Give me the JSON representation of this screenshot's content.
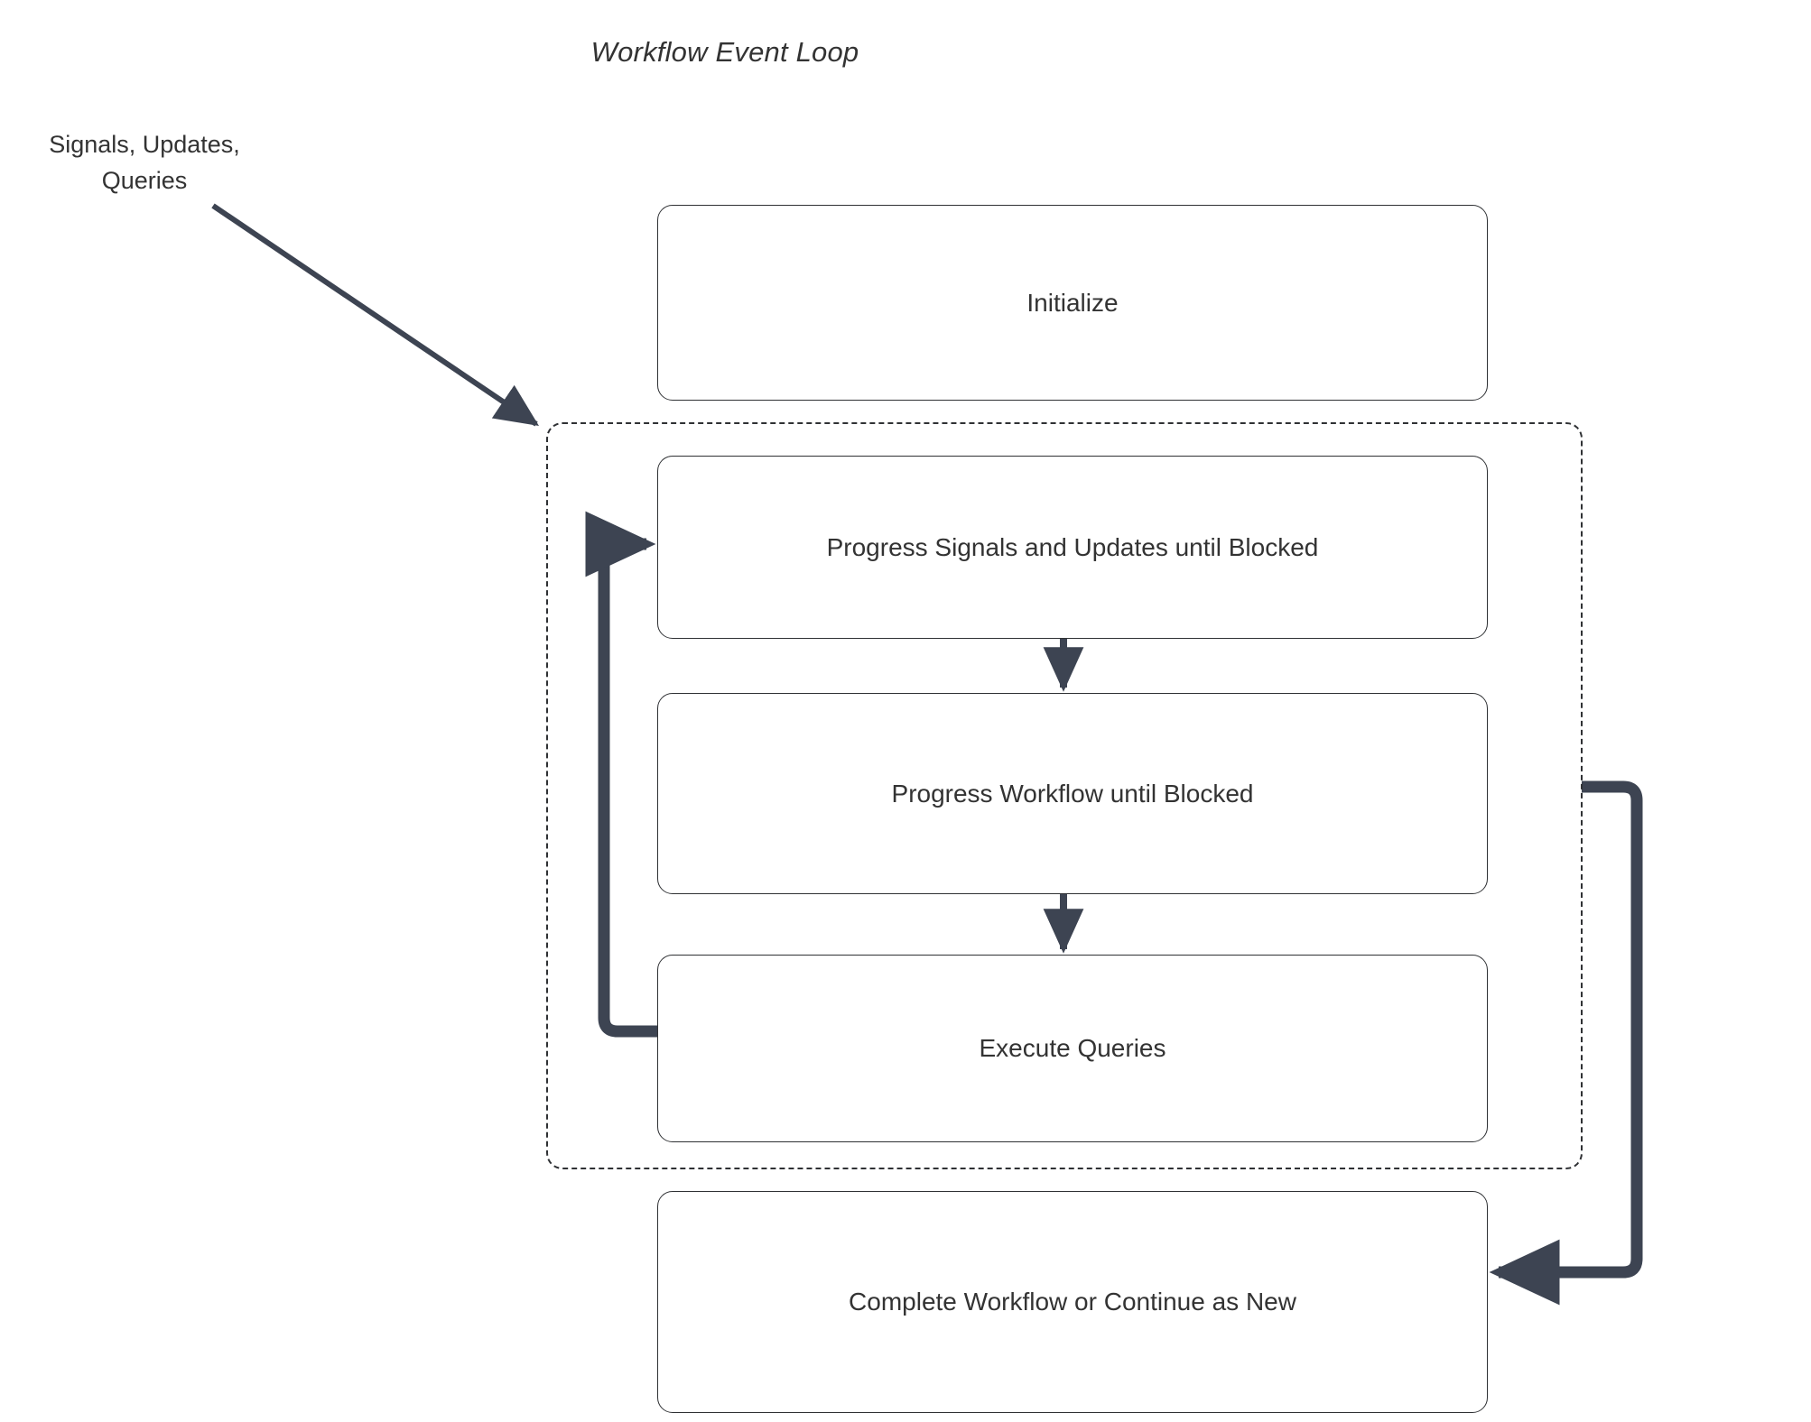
{
  "diagram": {
    "title": "Workflow Event Loop",
    "accent_color": "#3d4452",
    "text_color": "#333333",
    "border_color": "#2f3134",
    "background_color": "#ffffff"
  },
  "annotations": {
    "input_label_line1": "Signals, Updates,",
    "input_label_line2": "Queries"
  },
  "nodes": [
    {
      "id": "initialize",
      "label": "Initialize"
    },
    {
      "id": "progress-signals",
      "label": "Progress Signals and Updates until Blocked"
    },
    {
      "id": "progress-workflow",
      "label": "Progress Workflow until Blocked"
    },
    {
      "id": "execute-queries",
      "label": "Execute Queries"
    },
    {
      "id": "complete-workflow",
      "label": "Complete Workflow or Continue as New"
    }
  ],
  "container": {
    "id": "event-loop-group",
    "style": "dashed"
  },
  "edges": [
    {
      "id": "input-to-loop",
      "from": "Signals, Updates, Queries",
      "to": "event-loop-group",
      "style": "solid-diagonal-arrow"
    },
    {
      "id": "signals-to-workflow",
      "from": "progress-signals",
      "to": "progress-workflow",
      "style": "solid-down-arrow"
    },
    {
      "id": "workflow-to-queries",
      "from": "progress-workflow",
      "to": "execute-queries",
      "style": "solid-down-arrow"
    },
    {
      "id": "queries-back-to-signals",
      "from": "execute-queries",
      "to": "progress-signals",
      "style": "thick-loop-left"
    },
    {
      "id": "loop-to-complete",
      "from": "event-loop-group",
      "to": "complete-workflow",
      "style": "thick-loop-right"
    }
  ]
}
